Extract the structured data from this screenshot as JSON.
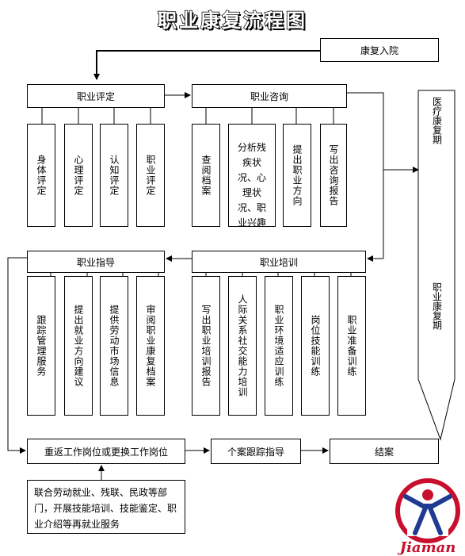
{
  "title": "职业康复流程图",
  "nodes": {
    "admission": "康复入院",
    "eval": "职业评定",
    "consult": "职业咨询",
    "guide": "职业指导",
    "training": "职业培训",
    "return": "重返工作岗位或更换工作岗位",
    "followup": "个案跟踪指导",
    "close": "结案"
  },
  "eval_items": [
    "身体评定",
    "心理评定",
    "认知评定",
    "职业评定"
  ],
  "consult_items": [
    "查阅档案",
    "分析残疾状况、心理状况、职业兴趣",
    "提出职业方向",
    "写出咨询报告"
  ],
  "guide_items": [
    "跟踪管理服务",
    "提出就业方向建议",
    "提供劳动市场信息",
    "审阅职业康复档案"
  ],
  "training_items": [
    "写出职业培训报告",
    "人际关系社交能力培训",
    "职业环境适应训练",
    "岗位技能训练",
    "职业准备训练"
  ],
  "services": "联合劳动就业、残联、民政等部门，开展技能培训、技能鉴定、职业介绍等再就业服务",
  "phases": {
    "medical": "医疗康复期",
    "vocational": "职业康复期"
  },
  "logo_text": "Jiaman",
  "colors": {
    "logo_red": "#c8102e",
    "logo_blue": "#1f3a93"
  }
}
